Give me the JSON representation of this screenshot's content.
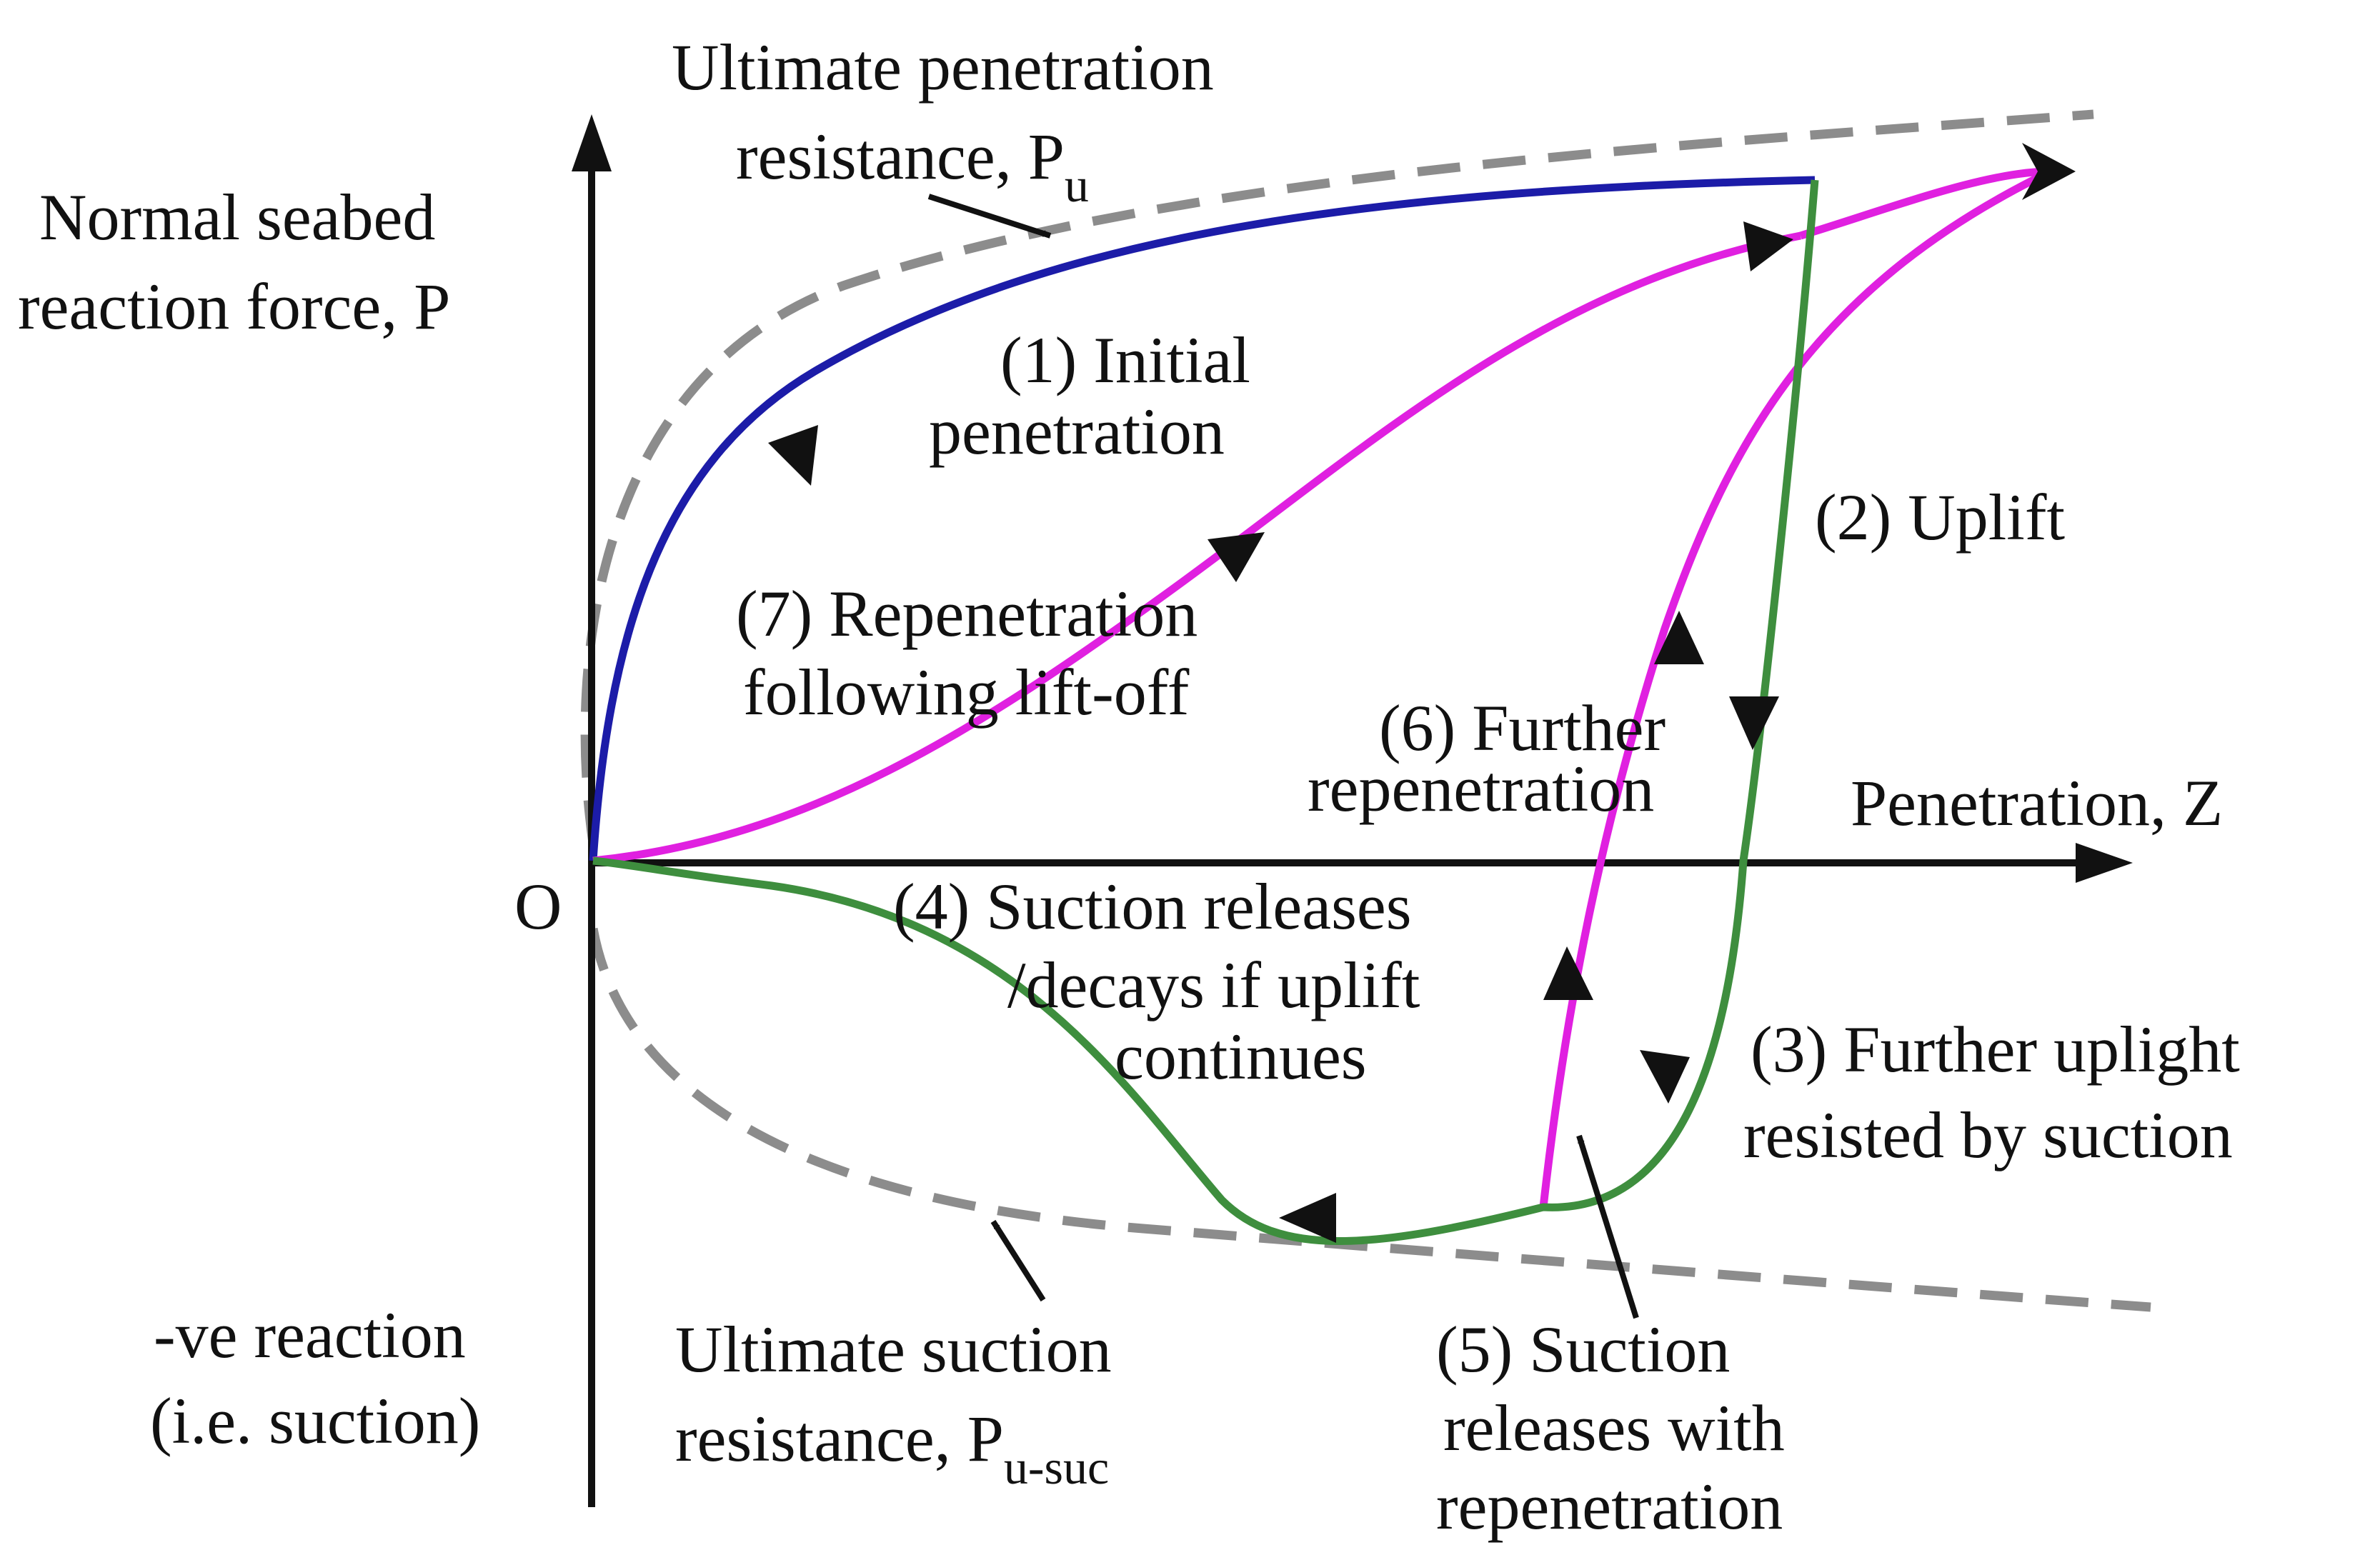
{
  "axes": {
    "y_label": [
      "Normal seabed",
      "reaction force, P"
    ],
    "x_label": "Penetration, Z",
    "origin": "O",
    "neg_label": [
      "-ve reaction",
      "(i.e. suction)"
    ]
  },
  "bounds": {
    "upper": {
      "line1": "Ultimate penetration",
      "line2": "resistance, P",
      "sub": "u"
    },
    "lower": {
      "line1": "Ultimate suction",
      "line2": "resistance, P",
      "sub": "u-suc"
    }
  },
  "stages": {
    "s1": [
      "(1) Initial",
      "penetration"
    ],
    "s2": [
      "(2) Uplift"
    ],
    "s3": [
      "(3) Further uplight",
      "resisted by suction"
    ],
    "s4": [
      "(4) Suction releases",
      "/decays if uplift",
      "continues"
    ],
    "s5": [
      "(5) Suction",
      "releases with",
      "repenetration"
    ],
    "s6": [
      "(6) Further",
      "repenetration"
    ],
    "s7": [
      "(7) Repenetration",
      "following lift-off"
    ]
  },
  "colors": {
    "axis": "#111111",
    "bound": "#8c8c8c",
    "initial_penetration": "#1c1ca8",
    "uplift_suction": "#3e8e3e",
    "repenetration": "#e020e0"
  }
}
